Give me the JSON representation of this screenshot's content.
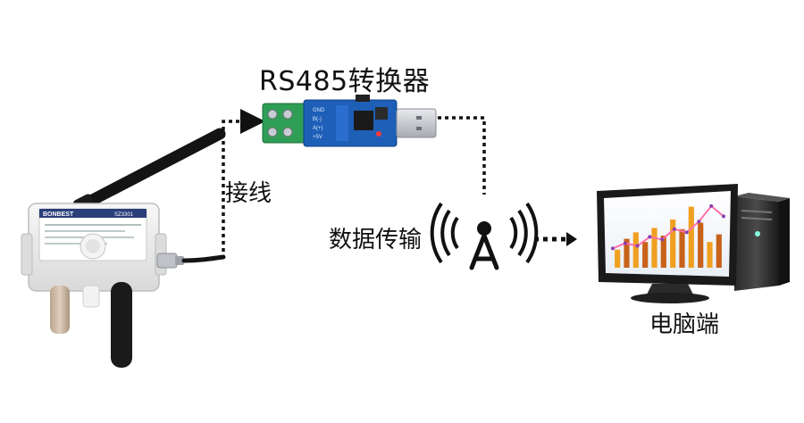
{
  "labels": {
    "converter_title": "RS485转换器",
    "wiring": "接线",
    "data_transmission": "数据传输",
    "pc_end": "电脑端"
  },
  "sensor_box": {
    "brand": "BONBEST",
    "model": "SZ3301"
  },
  "converter_pins": [
    "GND",
    "B(-)",
    "A(+)",
    "+5V"
  ],
  "colors": {
    "sensor_body": "#eeeeee",
    "terminal_green": "#2f9e55",
    "pcb_blue": "#1e5fb8",
    "usb_metal": "#c9ccd1",
    "connector_dotted": "#111111",
    "monitor_bezel": "#1a1a1a",
    "bar_orange": "#f0a020",
    "bar_dark_orange": "#c8621a",
    "line_pink": "#ff6fa8",
    "line_purple": "#8a3fb0"
  },
  "monitor_chart": {
    "bars": [
      28,
      45,
      55,
      40,
      62,
      50,
      75,
      60,
      95,
      70,
      40,
      52
    ],
    "line": [
      30,
      38,
      34,
      48,
      44,
      60,
      55,
      72,
      96,
      80
    ]
  }
}
